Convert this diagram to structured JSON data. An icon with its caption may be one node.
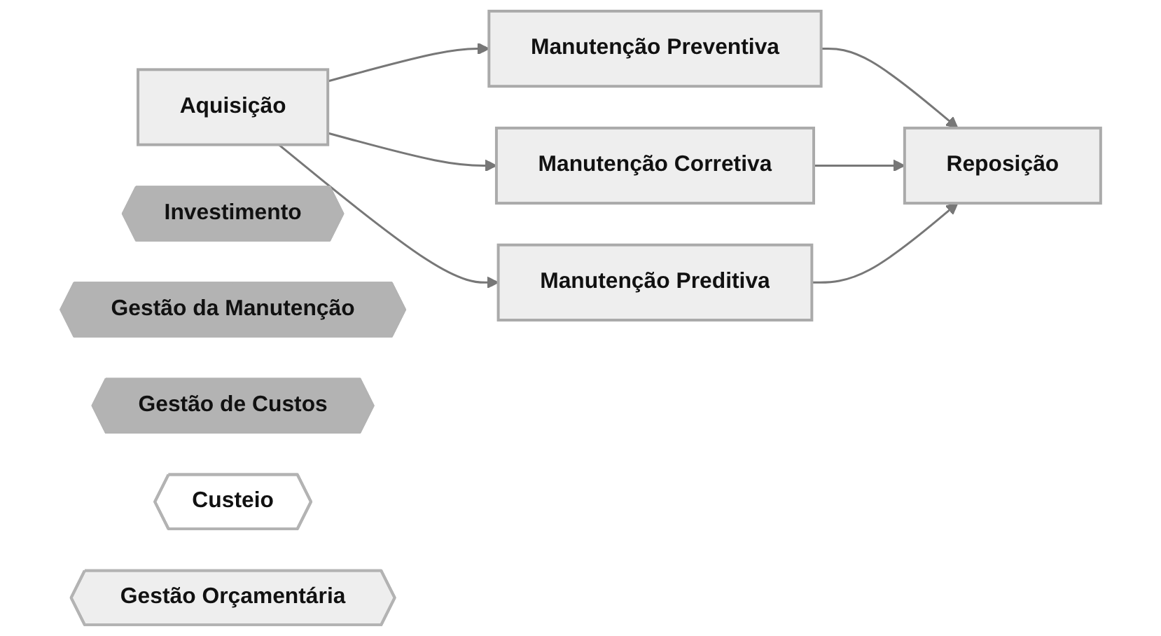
{
  "diagram": {
    "nodes": [
      {
        "text": [
          "Aquisição"
        ]
      },
      {
        "text": [
          "Manutenção Preventiva"
        ]
      },
      {
        "text": [
          "Manutenção Corretiva"
        ]
      },
      {
        "text": [
          "Manutenção Preditiva"
        ]
      },
      {
        "text": [
          "Reposição"
        ]
      },
      {
        "text": [
          "Investimento"
        ]
      },
      {
        "text": [
          "Gestão da Manutenção"
        ]
      },
      {
        "text": [
          "Gestão de Custos"
        ]
      },
      {
        "text": [
          "Custeio"
        ]
      },
      {
        "text": [
          "Gestão Orçamentária"
        ]
      }
    ],
    "edges": [
      {
        "from": 0,
        "to": 1,
        "arrow": "to"
      },
      {
        "from": 0,
        "to": 2,
        "arrow": "to"
      },
      {
        "from": 0,
        "to": 3,
        "arrow": "to"
      },
      {
        "from": 1,
        "to": 4,
        "arrow": "to"
      },
      {
        "from": 2,
        "to": 4,
        "arrow": "to"
      },
      {
        "from": 3,
        "to": 4,
        "arrow": "to"
      }
    ]
  }
}
